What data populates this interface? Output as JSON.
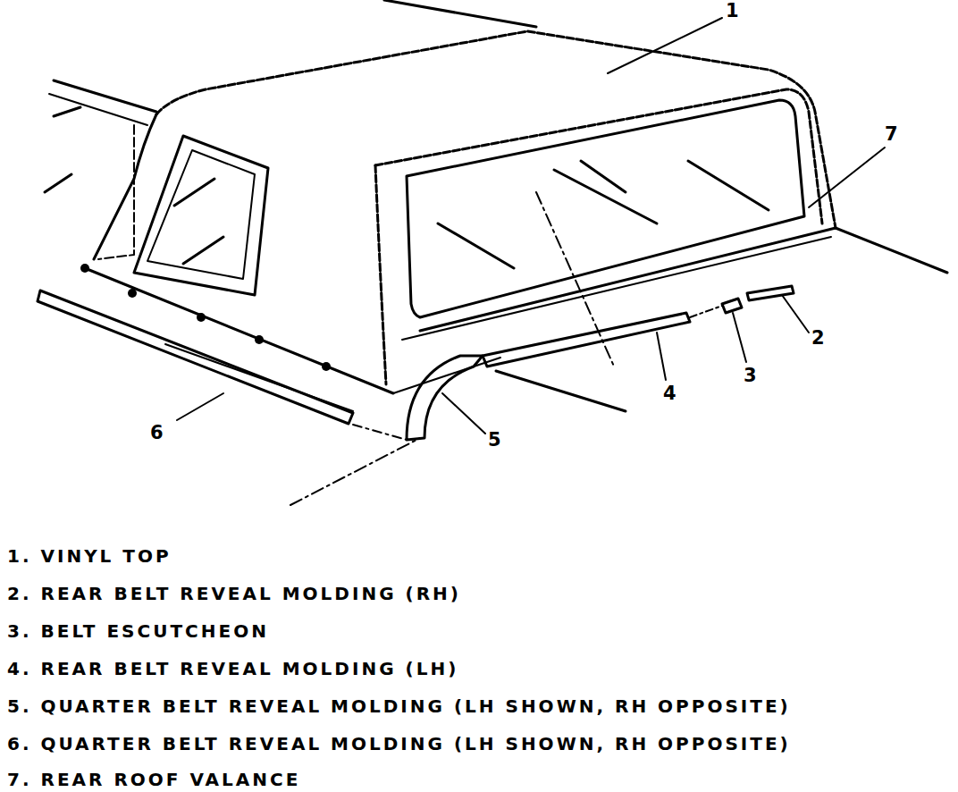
{
  "diagram": {
    "labels": [
      "1",
      "2",
      "3",
      "4",
      "5",
      "6",
      "7",
      "1. VINYL TOP",
      "2. REAR BELT REVEAL MOLDING (RH)",
      "3. BELT ESCUTCHEON",
      "4. REAR BELT REVEAL MOLDING (LH)",
      "5. QUARTER BELT REVEAL MOLDING (LH SHOWN, RH OPPOSITE)",
      "6. QUARTER BELT REVEAL MOLDING (LH SHOWN, RH OPPOSITE)",
      "7. REAR ROOF VALANCE"
    ]
  }
}
